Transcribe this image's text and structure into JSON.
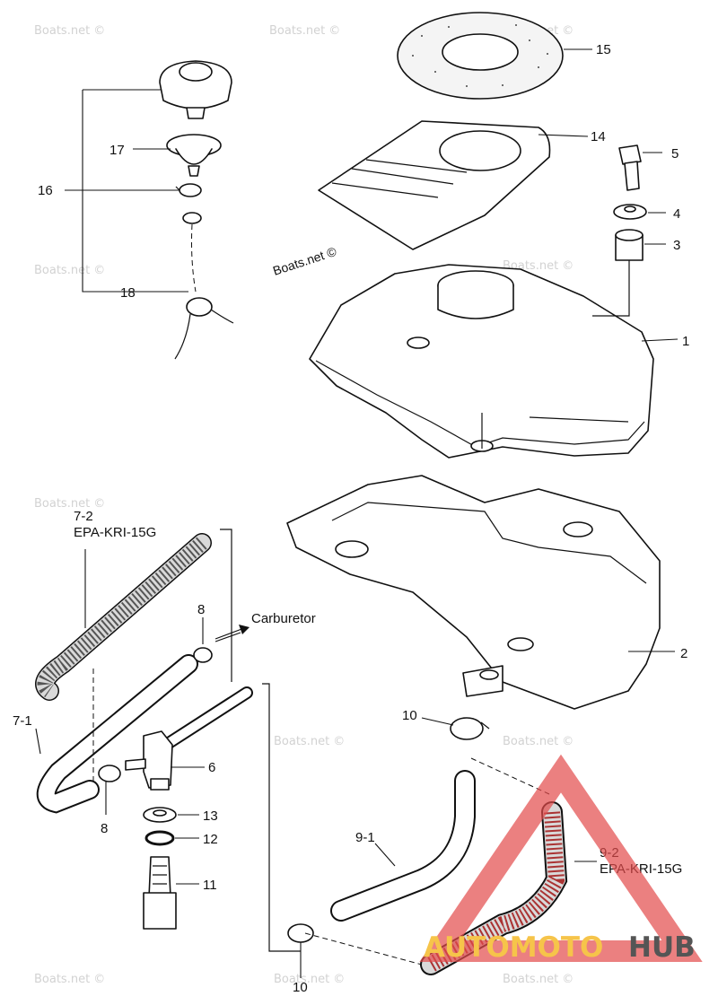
{
  "watermark_text": "Boats.net ©",
  "watermark_center_text": "Boats.net ©",
  "brand": {
    "part1": "AUTOMOTO",
    "part2": "HUB"
  },
  "labels": {
    "p1": "1",
    "p2": "2",
    "p3": "3",
    "p4": "4",
    "p5": "5",
    "p6": "6",
    "p71": "7-1",
    "p72": "7-2",
    "p72sub": "EPA-KRI-15G",
    "p8a": "8",
    "p8b": "8",
    "p91": "9-1",
    "p92": "9-2",
    "p92sub": "EPA-KRI-15G",
    "p10a": "10",
    "p10b": "10",
    "p11": "11",
    "p12": "12",
    "p13": "13",
    "p14": "14",
    "p15": "15",
    "p16": "16",
    "p17": "17",
    "p18": "18",
    "carburetor": "Carburetor"
  },
  "colors": {
    "logo_red": "#e24a4a",
    "logo_yellow": "#f6c44a",
    "logo_gray": "#555555"
  }
}
